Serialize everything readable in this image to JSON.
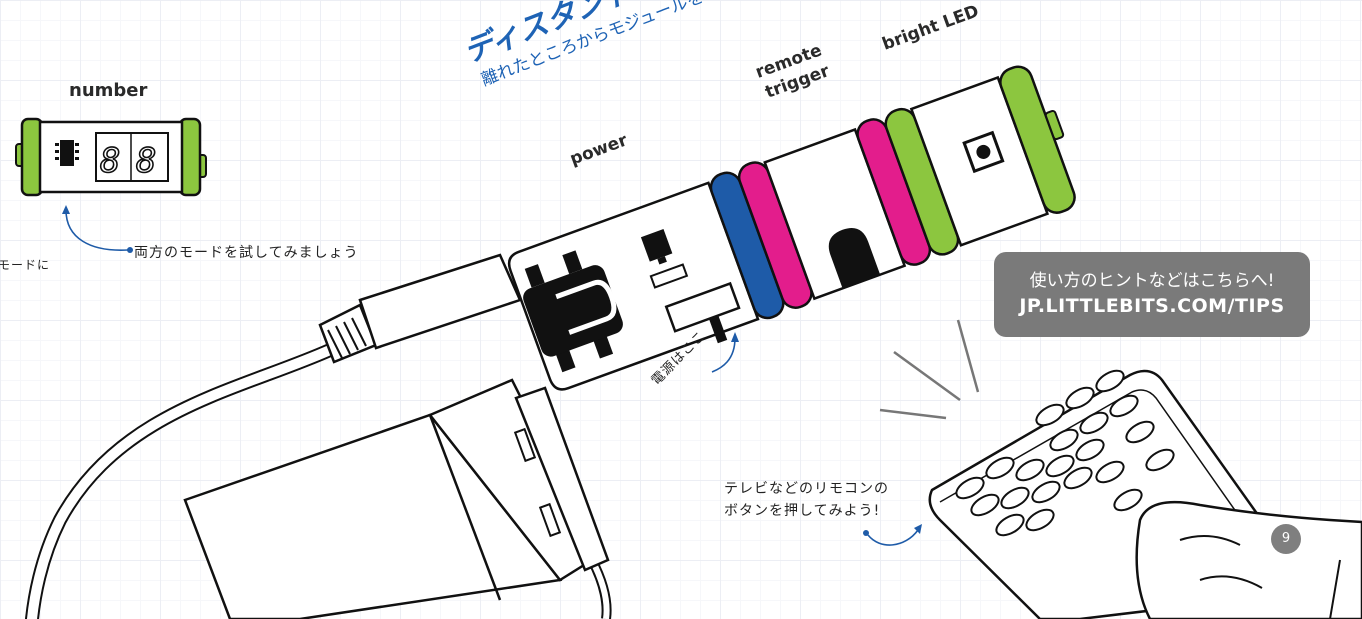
{
  "title": {
    "main": "ディスタント・スター",
    "sub": "離れたところからモジュールをコントロール."
  },
  "labels": {
    "number": "number",
    "power": "power",
    "remote_trigger_1": "remote",
    "remote_trigger_2": "trigger",
    "bright_led": "bright LED"
  },
  "notes": {
    "mode_left": "モードに",
    "try_both": "両方のモードを試してみましょう",
    "power_here": "電源はここ",
    "remote_1": "テレビなどのリモコンの",
    "remote_2": "ボタンを押してみよう!"
  },
  "tips": {
    "line1": "使い方のヒントなどはこちらへ!",
    "line2": "JP.LITTLEBITS.COM/TIPS"
  },
  "page_number": "9",
  "colors": {
    "power_blue": "#1e5ba8",
    "input_pink": "#e31d8c",
    "output_green": "#8cc63f",
    "title_blue": "#1e63b5",
    "tips_gray": "#7a7a7a"
  }
}
